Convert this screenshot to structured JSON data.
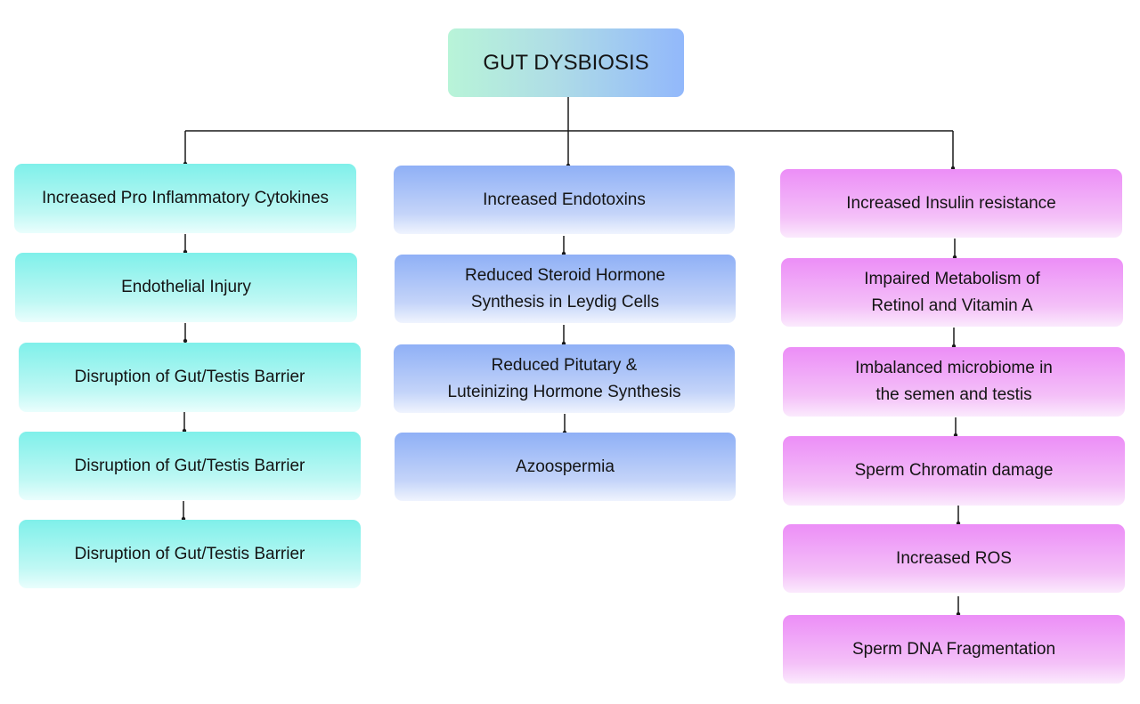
{
  "root": {
    "label": "GUT DYSBIOSIS"
  },
  "colors": {
    "connector": "#1a1a1a",
    "root_gradient": [
      "#b8f4d8",
      "#92b8fb"
    ],
    "branch_teal": "#7ff0ea",
    "branch_blue": "#8fb0f6",
    "branch_pink": "#ec8ef7"
  },
  "branches": [
    {
      "name": "inflammation",
      "nodes": [
        "Increased Pro Inflammatory Cytokines",
        "Endothelial Injury",
        "Disruption of Gut/Testis Barrier",
        "Disruption of Gut/Testis Barrier",
        "Disruption of Gut/Testis Barrier"
      ]
    },
    {
      "name": "endotoxins",
      "nodes": [
        "Increased Endotoxins",
        "Reduced Steroid Hormone\nSynthesis in Leydig Cells",
        "Reduced Pitutary &\nLuteinizing Hormone Synthesis",
        "Azoospermia"
      ]
    },
    {
      "name": "insulin",
      "nodes": [
        "Increased Insulin resistance",
        "Impaired Metabolism of\nRetinol and Vitamin A",
        "Imbalanced microbiome in\nthe semen and testis",
        "Sperm Chromatin damage",
        "Increased ROS",
        "Sperm DNA Fragmentation"
      ]
    }
  ]
}
